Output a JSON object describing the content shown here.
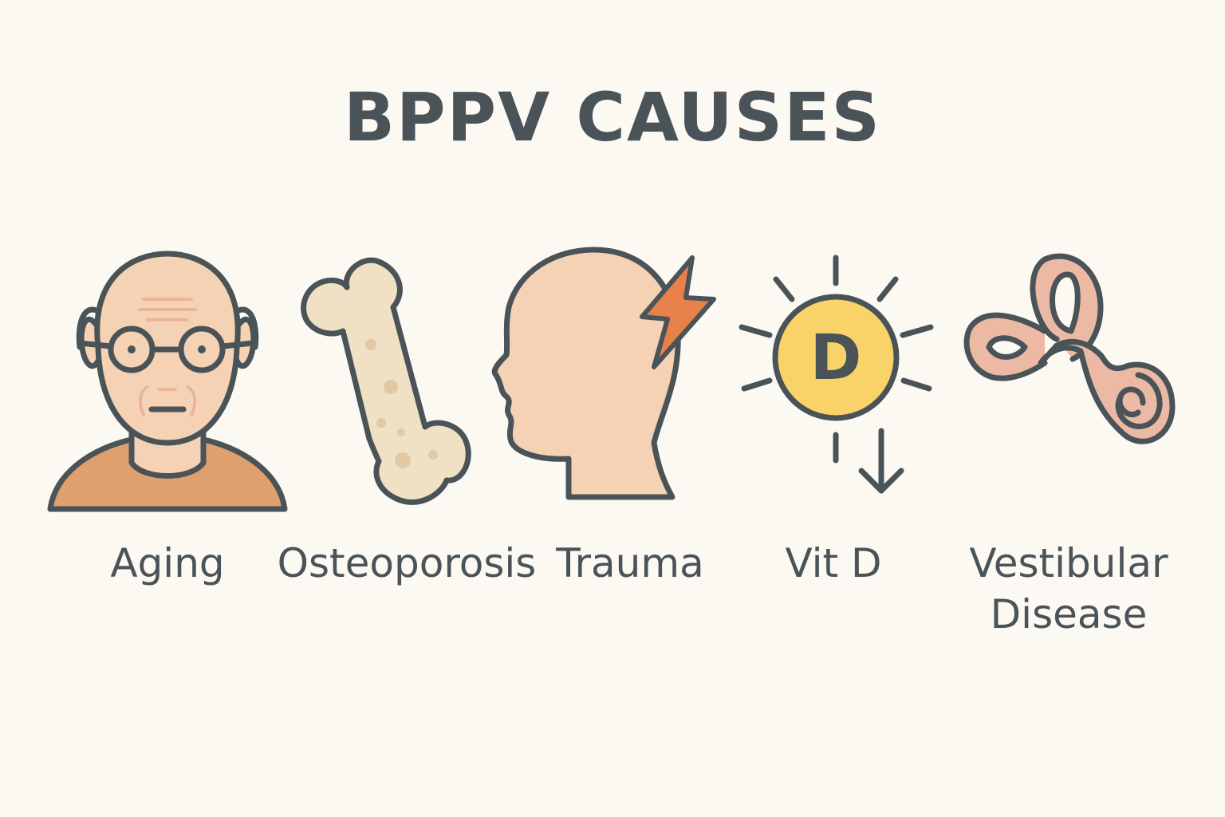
{
  "title": "BPPV CAUSES",
  "causes": [
    {
      "label": "Aging",
      "icon": "elderly-person-icon"
    },
    {
      "label": "Osteoporosis",
      "icon": "bone-icon"
    },
    {
      "label": "Trauma",
      "icon": "head-trauma-icon"
    },
    {
      "label": "Vit D",
      "icon": "vitamin-d-sun-icon"
    },
    {
      "label_line1": "Vestibular",
      "label_line2": "Disease",
      "icon": "inner-ear-icon"
    }
  ],
  "icon_glyphs": {
    "vitamin_letter": "D"
  },
  "colors": {
    "background": "#fcf9f3",
    "outline": "#4a5358",
    "skin": "#f6d2b5",
    "shirt": "#dfa06e",
    "bone": "#f0e1c4",
    "lightning": "#e8804a",
    "sun": "#f9d36a",
    "ear": "#ecb9a4"
  }
}
